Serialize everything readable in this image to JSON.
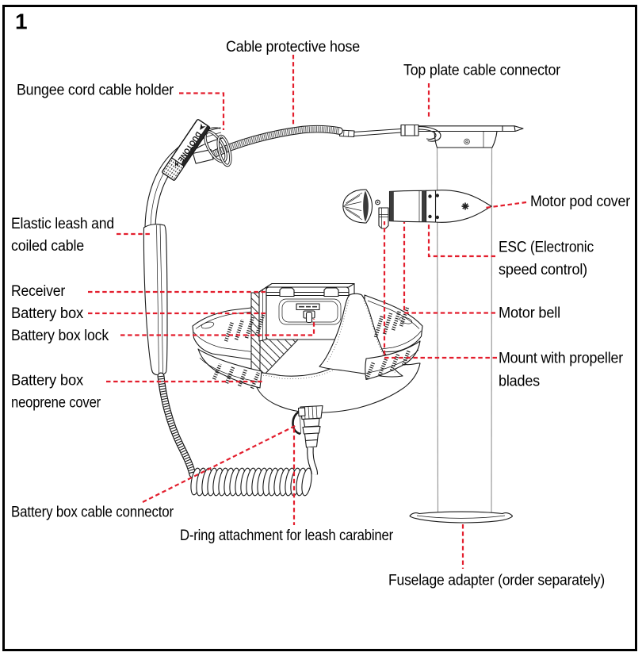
{
  "figure": {
    "number": "1"
  },
  "document": {
    "type": "product parts diagram",
    "subject": "e-foil motor assist unit with battery box, leash and mast"
  },
  "colors": {
    "leader_red": "#e31e2d",
    "ink_black": "#000000",
    "line_black": "#1a1a1a",
    "background": "#ffffff",
    "hose_gray": "#7a7a7a",
    "strap_black": "#161616"
  },
  "drawing": {
    "brand_text": "DUOTONE",
    "brand_icon": "lightning-bolt-icon"
  },
  "labels": {
    "cable_protective_hose": "Cable protective hose",
    "top_plate_cable_connector": "Top plate cable connector",
    "bungee_cord_cable_holder": "Bungee cord cable holder",
    "elastic_leash_line1": "Elastic leash and",
    "elastic_leash_line2": "coiled cable",
    "receiver": "Receiver",
    "battery_box": "Battery box",
    "battery_box_lock": "Battery box lock",
    "neoprene_line1": "Battery box",
    "neoprene_line2": "neoprene cover",
    "battery_box_cable_connector": "Battery box cable connector",
    "d_ring": "D-ring attachment for leash carabiner",
    "motor_pod_cover": "Motor pod cover",
    "esc_line1": "ESC (Electronic",
    "esc_line2": "speed control)",
    "motor_bell": "Motor bell",
    "mount_line1": "Mount with propeller",
    "mount_line2": "blades",
    "fuselage_adapter": "Fuselage adapter (order separately)"
  }
}
